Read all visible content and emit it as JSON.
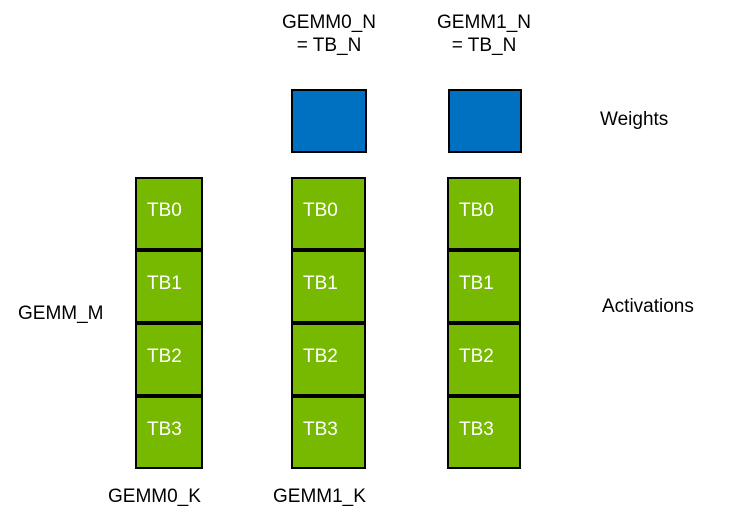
{
  "colors": {
    "weights_fill": "#0070c0",
    "activations_fill": "#76b900",
    "outline": "#000000",
    "cell_text": "#ffffff",
    "label_text": "#000000",
    "background": "#ffffff"
  },
  "labels": {
    "gemm0_n_line1": "GEMM0_N",
    "gemm0_n_line2": "= TB_N",
    "gemm1_n_line1": "GEMM1_N",
    "gemm1_n_line2": "= TB_N",
    "weights": "Weights",
    "activations": "Activations",
    "gemm_m": "GEMM_M",
    "gemm0_k": "GEMM0_K",
    "gemm1_k": "GEMM1_K"
  },
  "weights": {
    "blocks": [
      {
        "name": "gemm0-weight-tile"
      },
      {
        "name": "gemm1-weight-tile"
      }
    ]
  },
  "activations": {
    "columns": [
      {
        "name": "gemm-m-column",
        "cells": [
          "TB0",
          "TB1",
          "TB2",
          "TB3"
        ]
      },
      {
        "name": "gemm0-k-column",
        "cells": [
          "TB0",
          "TB1",
          "TB2",
          "TB3"
        ]
      },
      {
        "name": "gemm1-k-column",
        "cells": [
          "TB0",
          "TB1",
          "TB2",
          "TB3"
        ]
      }
    ]
  }
}
